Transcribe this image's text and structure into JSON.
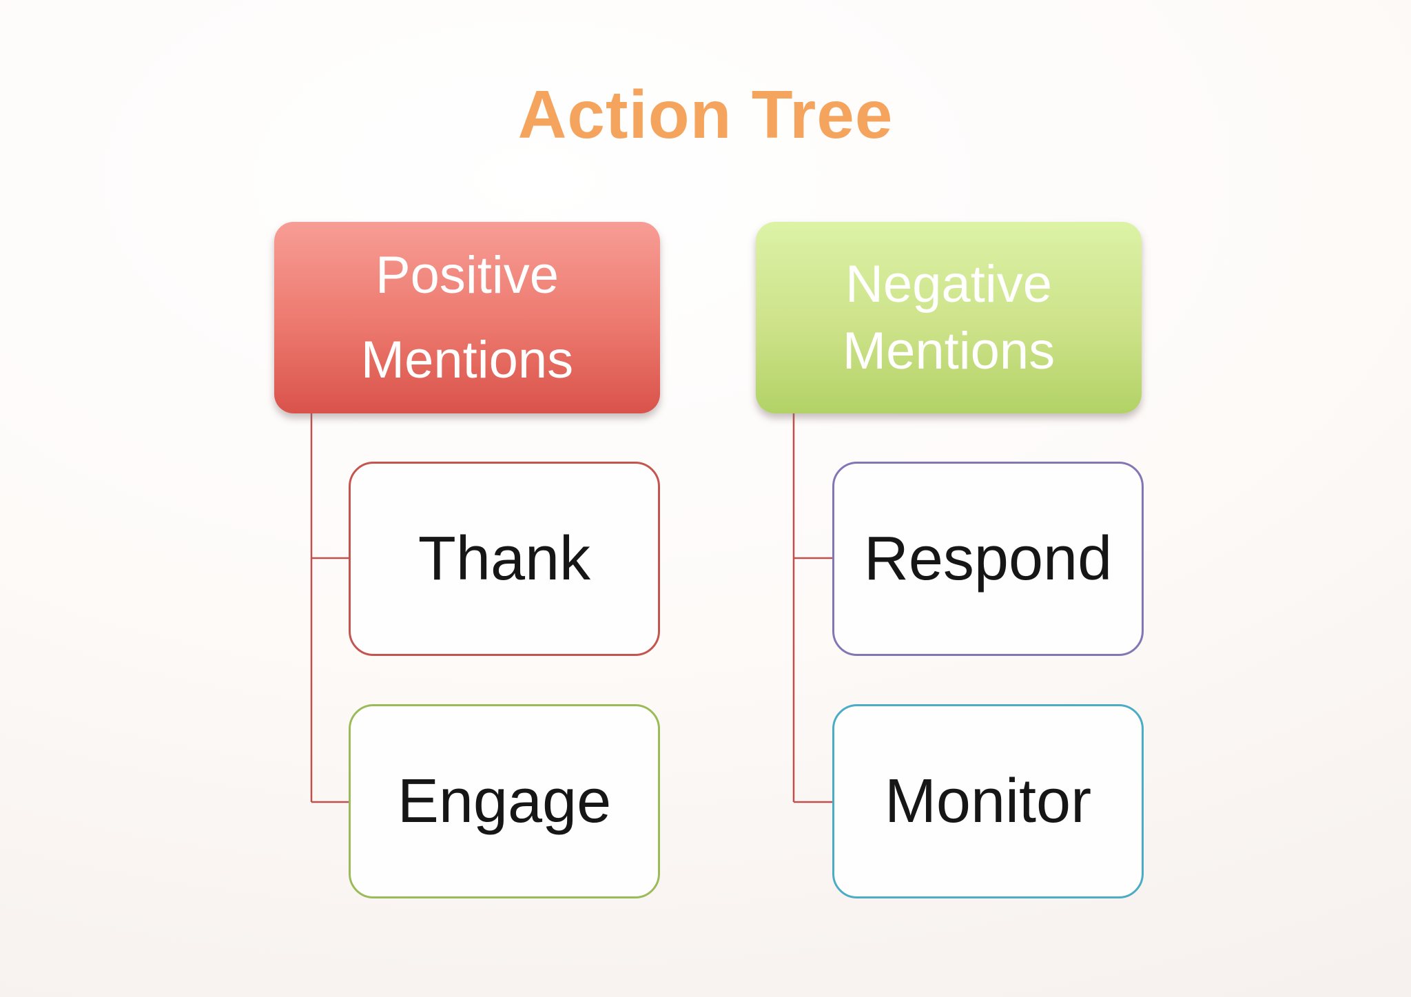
{
  "title": {
    "text": "Action Tree",
    "color": "#F5A45E"
  },
  "diagram": {
    "type": "tree",
    "connector_color": "#C0504D",
    "branches": [
      {
        "label": "Positive Mentions",
        "lines": [
          "Positive",
          "Mentions"
        ],
        "fill_top": "#F79D95",
        "fill_bottom": "#D9534B",
        "text_color": "#FFFFFF",
        "children": [
          {
            "label": "Thank",
            "border_color": "#C4544E",
            "fill": "#FFFFFF",
            "text_color": "#161616"
          },
          {
            "label": "Engage",
            "border_color": "#9BBB59",
            "fill": "#FFFFFF",
            "text_color": "#161616"
          }
        ]
      },
      {
        "label": "Negative Mentions",
        "lines": [
          "Negative",
          "Mentions"
        ],
        "fill_top": "#DCF2A6",
        "fill_bottom": "#B2D266",
        "text_color": "#FFFFFF",
        "children": [
          {
            "label": "Respond",
            "border_color": "#8376B4",
            "fill": "#FFFFFF",
            "text_color": "#161616"
          },
          {
            "label": "Monitor",
            "border_color": "#4BACC6",
            "fill": "#FFFFFF",
            "text_color": "#161616"
          }
        ]
      }
    ]
  }
}
